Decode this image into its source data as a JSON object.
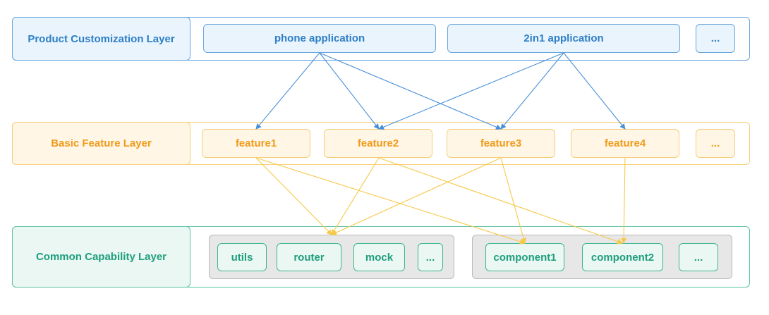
{
  "colors": {
    "product": "#2d7fc6",
    "feature": "#f09a1a",
    "capability": "#1f9e7e",
    "product_arrow": "#4a90d9",
    "feature_arrow": "#f7c948"
  },
  "product_layer": {
    "title": "Product Customization Layer",
    "nodes": [
      "phone application",
      "2in1 application",
      "..."
    ]
  },
  "feature_layer": {
    "title": "Basic Feature Layer",
    "nodes": [
      "feature1",
      "feature2",
      "feature3",
      "feature4",
      "..."
    ]
  },
  "capability_layer": {
    "title": "Common Capability Layer",
    "group1": [
      "utils",
      "router",
      "mock",
      "..."
    ],
    "group2": [
      "component1",
      "component2",
      "..."
    ]
  }
}
